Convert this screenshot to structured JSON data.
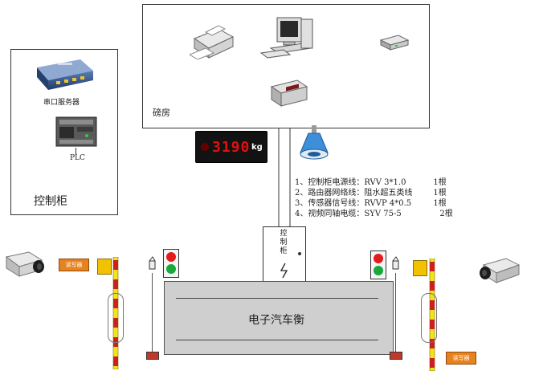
{
  "control_cabinet": {
    "title": "控制柜",
    "serial_server_label": "串口服务器",
    "plc_label": "PLC"
  },
  "weigh_room": {
    "title": "磅房"
  },
  "display": {
    "value": "3190",
    "unit": "kg",
    "digit_color": "#e01010"
  },
  "cables": [
    {
      "index": "1、",
      "name": "控制柜电源线：",
      "spec": "RVV 3*1.0",
      "qty": "1根"
    },
    {
      "index": "2、",
      "name": "路由器网络线：",
      "spec": "阻水超五类线",
      "qty": "1根"
    },
    {
      "index": "3、",
      "name": "传感器信号线：",
      "spec": "RVVP 4*0.5",
      "qty": "1根"
    },
    {
      "index": "4、",
      "name": "视频同轴电缆：",
      "spec": "SYV 75-5",
      "qty": "2根"
    }
  ],
  "field_box": {
    "label_chars": [
      "控",
      "制",
      "柜"
    ]
  },
  "scale": {
    "label": "电子汽车衡"
  },
  "card_reader": {
    "label": "读写器"
  },
  "colors": {
    "line": "#333333",
    "barrier_red": "#cc1f1f",
    "barrier_yellow": "#f2e41a",
    "light_red": "#e41b1b",
    "light_green": "#18a83c",
    "scale_fill": "#cfcfcf",
    "reader_orange": "#e8821e"
  },
  "icons": [
    "serial-server-icon",
    "plc-icon",
    "printer-icon",
    "computer-icon",
    "router-icon",
    "weighing-indicator-icon",
    "horn-speaker-icon",
    "camera-icon",
    "traffic-light-icon",
    "barrier-gate-icon",
    "infrared-sensor-icon",
    "lightning-icon"
  ]
}
